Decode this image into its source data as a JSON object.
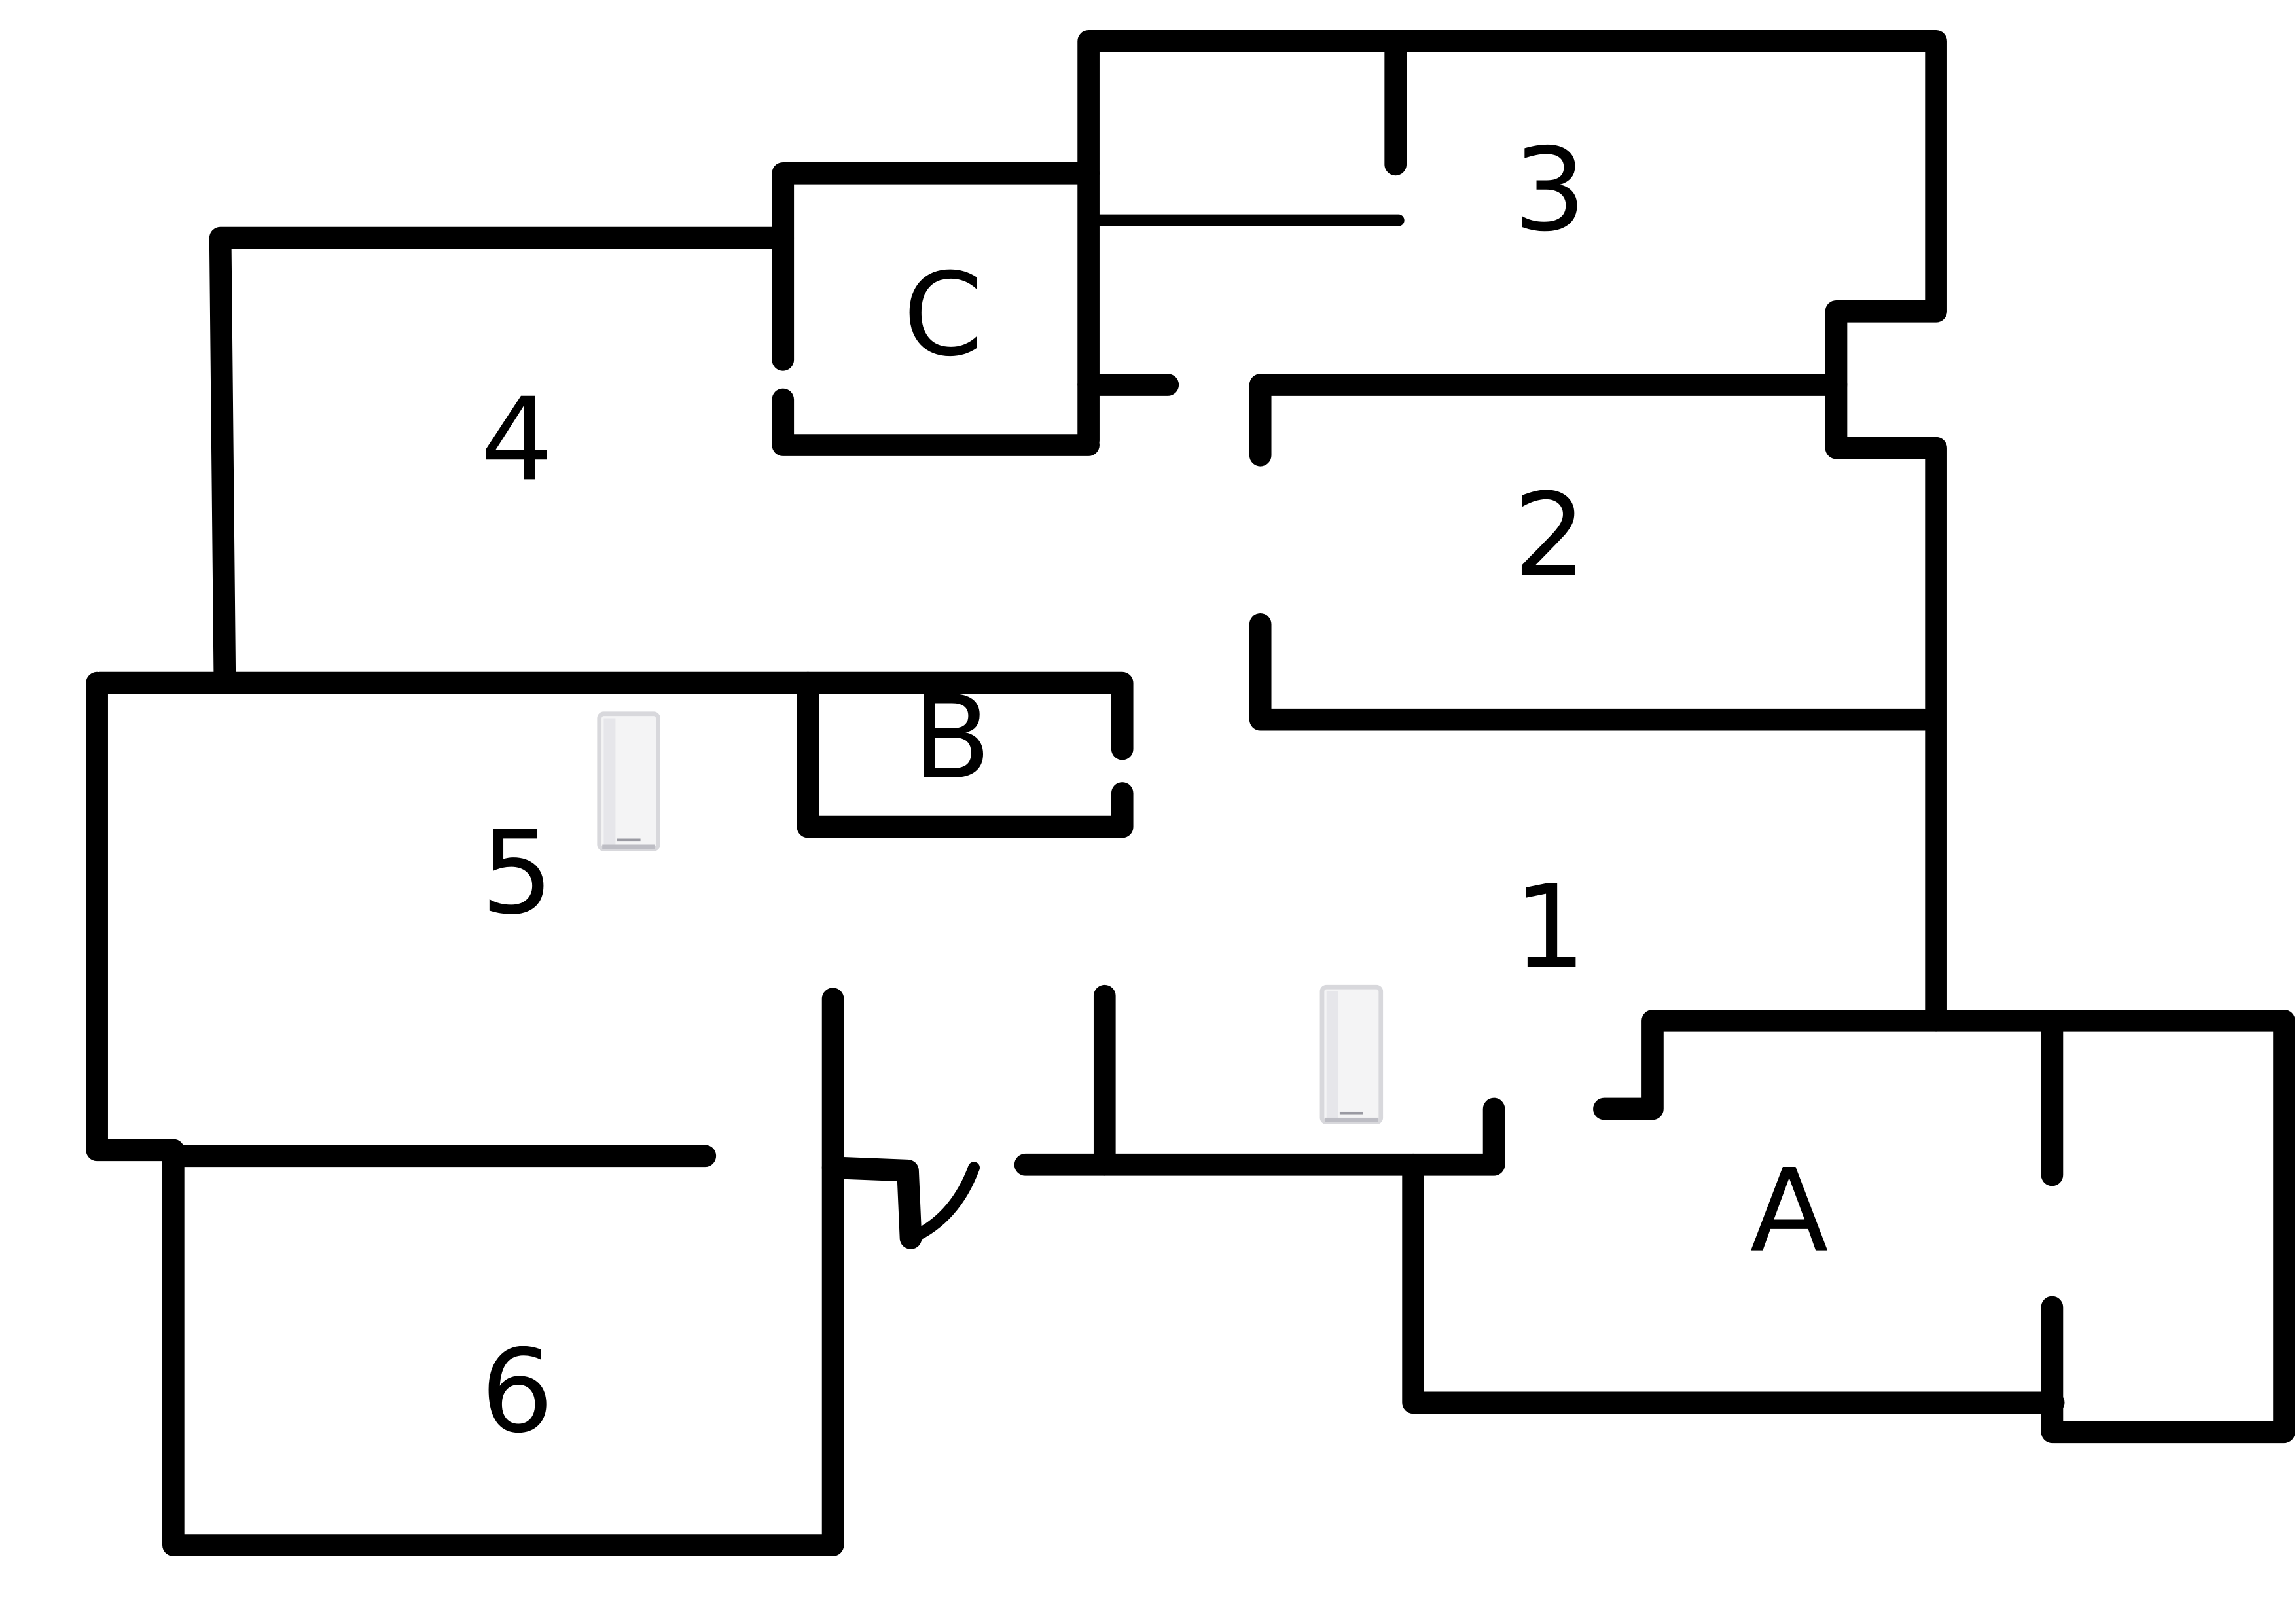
{
  "floor_plan": {
    "rooms": [
      {
        "id": "room-1",
        "label": "1"
      },
      {
        "id": "room-2",
        "label": "2"
      },
      {
        "id": "room-3",
        "label": "3"
      },
      {
        "id": "room-4",
        "label": "4"
      },
      {
        "id": "room-5",
        "label": "5"
      },
      {
        "id": "room-6",
        "label": "6"
      },
      {
        "id": "room-a",
        "label": "A"
      },
      {
        "id": "room-b",
        "label": "B"
      },
      {
        "id": "room-c",
        "label": "C"
      }
    ],
    "devices": [
      {
        "id": "router-room-5",
        "icon": "wifi-router-icon",
        "color": "#f4f4f5"
      },
      {
        "id": "router-room-1",
        "icon": "wifi-router-icon",
        "color": "#f4f4f5"
      }
    ],
    "wall_color": "#000000",
    "background_color": "#ffffff"
  }
}
